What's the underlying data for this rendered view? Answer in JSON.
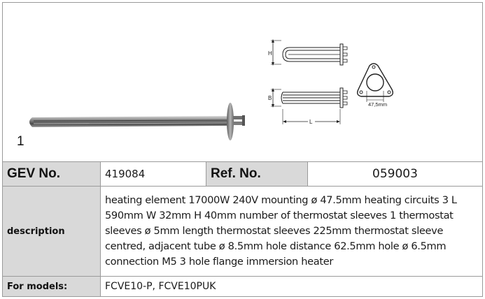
{
  "item_number": "1",
  "drawing": {
    "dim_h": "H",
    "dim_b": "B",
    "dim_l": "L",
    "flange_hole_distance": "47,5mm"
  },
  "table": {
    "gev_label": "GEV No.",
    "gev_value": "419084",
    "ref_label": "Ref. No.",
    "ref_value": "059003",
    "description_label": "description",
    "description_text": "heating element  17000W 240V mounting ø 47.5mm heating circuits 3 L 590mm W 32mm H 40mm number of thermostat sleeves 1 thermostat sleeves ø 5mm length thermostat sleeves 225mm thermostat sleeve centred, adjacent tube ø 8.5mm hole distance 62.5mm hole ø 6.5mm connection M5 3 hole flange immersion heater",
    "models_label": "For models:",
    "models_value": "FCVE10-P, FCVE10PUK"
  }
}
